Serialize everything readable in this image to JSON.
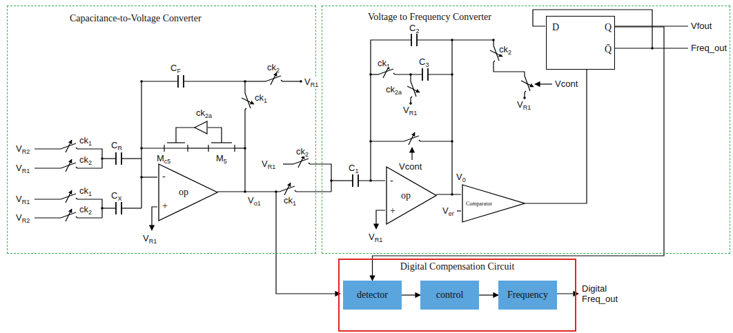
{
  "diagram": {
    "nodes": [
      {
        "text": [
          "Capacitance-to-Voltage Converter"
        ]
      },
      {
        "text": [
          "op",
          "-",
          "+"
        ],
        "in": 0
      },
      {
        "text": [
          "Voltage to Frequency Converter"
        ]
      },
      {
        "text": [
          "op",
          "-",
          "+"
        ],
        "in": 2
      },
      {
        "text": [
          "Comparator"
        ],
        "in": 2
      },
      {
        "text": [
          "D",
          "Q",
          "Q̄"
        ],
        "in": 2
      },
      {
        "text": [
          "Digital Compensation Circuit"
        ]
      },
      {
        "text": [
          "detector"
        ],
        "in": 6
      },
      {
        "text": [
          "control"
        ],
        "in": 6
      },
      {
        "text": [
          "Frequency"
        ],
        "in": 6
      }
    ],
    "edges": [
      {
        "from": 7,
        "to": 8,
        "arrow": "to"
      },
      {
        "from": 8,
        "to": 9,
        "arrow": "to"
      },
      {
        "from": 4,
        "to": 5,
        "arrow": "none"
      },
      {
        "from": 5,
        "to": 7,
        "arrow": "to"
      }
    ],
    "labels": [
      "VR2",
      "VR1",
      "VR1",
      "VR2",
      "ck1",
      "ck2",
      "ck1",
      "ck2",
      "CR",
      "CX",
      "CF",
      "ck2a",
      "Mc5",
      "M5",
      "ck2",
      "VR1",
      "ck1",
      "VR1",
      "VR1",
      "ck2",
      "Vo1",
      "ck1",
      "C1",
      "C2",
      "ck1",
      "C3",
      "ck2a",
      "VR1",
      "ck2",
      "VR1",
      "Vcont",
      "Vcont",
      "V0",
      "Ver",
      "VR1",
      "Vfout",
      "Freq_out",
      "Digital Freq_out"
    ]
  }
}
